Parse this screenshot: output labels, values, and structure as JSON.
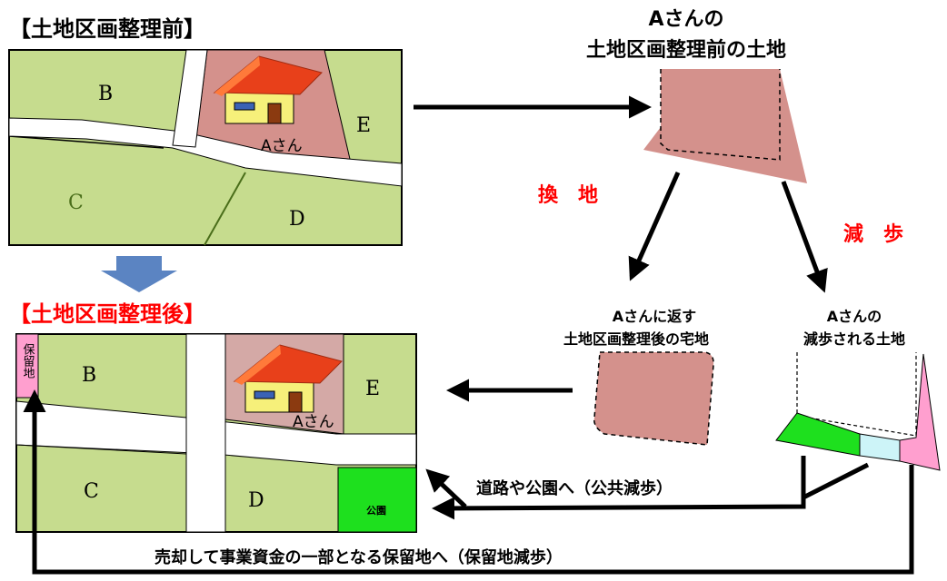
{
  "before_map": {
    "title": "【土地区画整理前】",
    "lots": {
      "b": "B",
      "c": "C",
      "d": "D",
      "e": "E"
    },
    "owner_label": "Aさん"
  },
  "after_map": {
    "title": "【土地区画整理後】",
    "reserve_label": "保留地",
    "lots": {
      "b": "B",
      "c": "C",
      "d": "D",
      "e": "E"
    },
    "owner_label": "Aさん",
    "park_label": "公園"
  },
  "before_parcel": {
    "line1": "Aさんの",
    "line2": "土地区画整理前の土地"
  },
  "replotting_label": "換　地",
  "reduction_label": "減　歩",
  "returned_parcel": {
    "line1": "Aさんに返す",
    "line2": "土地区画整理後の宅地"
  },
  "reduced_parcel": {
    "line1": "Aさんの",
    "line2": "減歩される土地"
  },
  "public_reduction_label": "道路や公園へ（公共減歩）",
  "reserve_reduction_label": "売却して事業資金の一部となる保留地へ（保留地減歩）",
  "colors": {
    "lot_green": "#c6dc8e",
    "owner_pink": "#d4918c",
    "park_green": "#1ee01e",
    "reserve_pink": "#ff9fcf",
    "road_white": "#ffffff",
    "roof_red": "#e8401a",
    "arrow_blue": "#5b84c2",
    "accent_red": "#ff0000"
  }
}
